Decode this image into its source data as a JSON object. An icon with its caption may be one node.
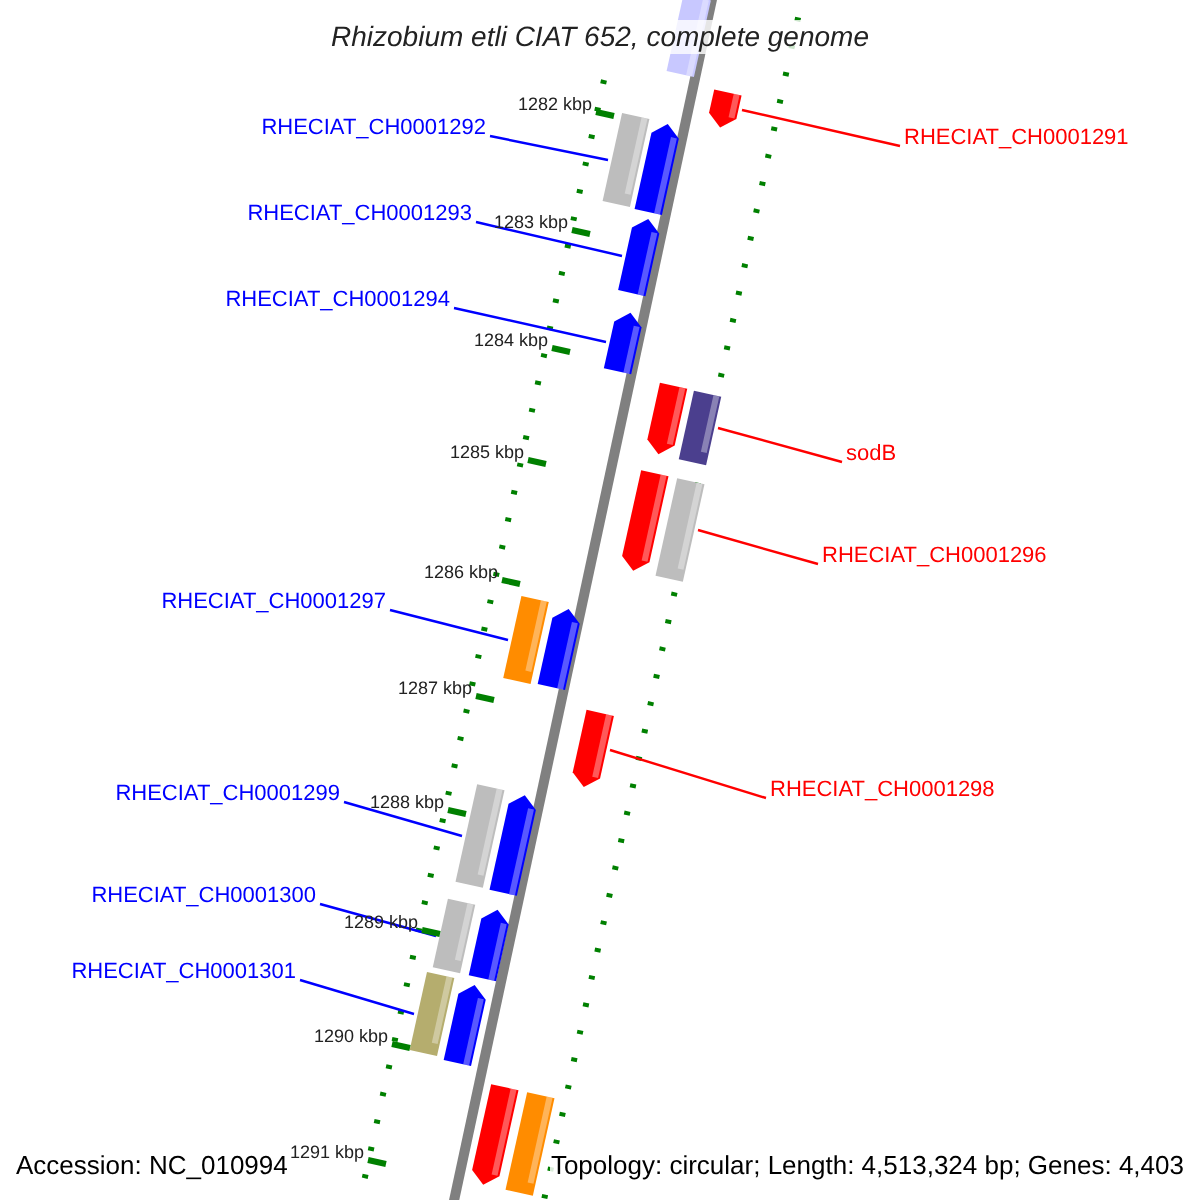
{
  "diagram": {
    "title": "Rhizobium etli CIAT 652, complete genome",
    "nodes": [
      {
        "text": [
          "RHECIAT_CH0001291"
        ]
      },
      {
        "text": [
          "RHECIAT_CH0001292"
        ]
      },
      {
        "text": [
          "RHECIAT_CH0001293"
        ]
      },
      {
        "text": [
          "RHECIAT_CH0001294"
        ]
      },
      {
        "text": [
          "sodB"
        ]
      },
      {
        "text": [
          "RHECIAT_CH0001296"
        ]
      },
      {
        "text": [
          "RHECIAT_CH0001297"
        ]
      },
      {
        "text": [
          "RHECIAT_CH0001298"
        ]
      },
      {
        "text": [
          "RHECIAT_CH0001299"
        ]
      },
      {
        "text": [
          "RHECIAT_CH0001300"
        ]
      },
      {
        "text": [
          "RHECIAT_CH0001301"
        ]
      },
      {
        "text": [],
        "shape": "bar"
      },
      {
        "text": [],
        "shape": "bar"
      },
      {
        "text": [],
        "shape": "bar"
      },
      {
        "text": [],
        "shape": "bar"
      },
      {
        "text": [],
        "shape": "bar"
      },
      {
        "text": [],
        "shape": "bar"
      },
      {
        "text": [],
        "shape": "bar"
      },
      {
        "text": [],
        "shape": "bar"
      },
      {
        "text": [],
        "shape": "bar"
      },
      {
        "text": [],
        "shape": "bar"
      },
      {
        "text": [],
        "shape": "bar"
      },
      {
        "text": [],
        "shape": "bar"
      },
      {
        "text": [],
        "shape": "bar"
      },
      {
        "text": [],
        "shape": "bar"
      },
      {
        "text": [],
        "shape": "bar"
      },
      {
        "text": [],
        "shape": "bar"
      },
      {
        "text": [],
        "shape": "bar"
      },
      {
        "text": [],
        "shape": "bar"
      },
      {
        "text": [],
        "shape": "bar"
      },
      {
        "text": [],
        "shape": "bar"
      },
      {
        "text": [],
        "shape": "bar"
      }
    ],
    "edges": [
      {
        "from": 0,
        "to": 12,
        "arrow": "none",
        "color": "#ff0000"
      },
      {
        "from": 1,
        "to": 13,
        "arrow": "none"
      },
      {
        "from": 2,
        "to": 15,
        "arrow": "none"
      },
      {
        "from": 3,
        "to": 16,
        "arrow": "none"
      },
      {
        "from": 4,
        "to": 18,
        "arrow": "none",
        "color": "#ff0000"
      },
      {
        "from": 5,
        "to": 20,
        "arrow": "none",
        "color": "#ff0000"
      },
      {
        "from": 6,
        "to": 21,
        "arrow": "none"
      },
      {
        "from": 7,
        "to": 23,
        "arrow": "none",
        "color": "#ff0000"
      },
      {
        "from": 8,
        "to": 24,
        "arrow": "none"
      },
      {
        "from": 9,
        "to": 26,
        "arrow": "none"
      },
      {
        "from": 10,
        "to": 28,
        "arrow": "none"
      }
    ],
    "labels": [
      "1282 kbp",
      "1283 kbp",
      "1284 kbp",
      "1285 kbp",
      "1286 kbp",
      "1287 kbp",
      "1288 kbp",
      "1289 kbp",
      "1290 kbp",
      "1291 kbp",
      "Accession: NC_010994",
      "Topology: circular; Length: 4,513,324 bp; Genes: 4,403"
    ]
  }
}
